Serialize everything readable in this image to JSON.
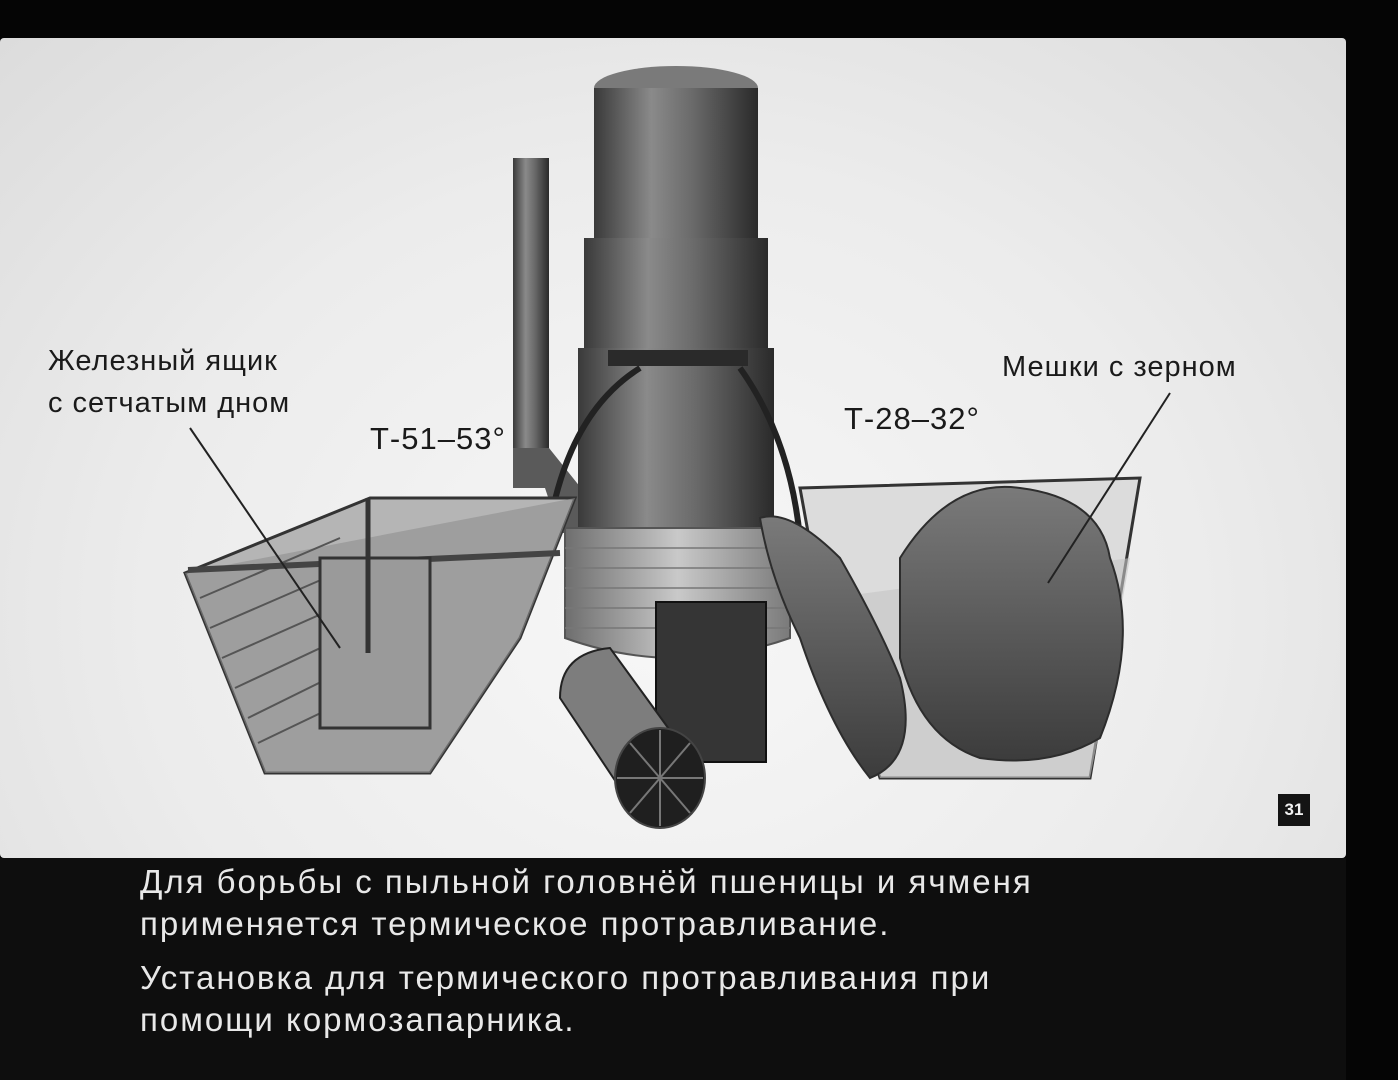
{
  "labels": {
    "iron_box_line1": "Железный ящик",
    "iron_box_line2": "с сетчатым дном",
    "temp_left": "Т-51–53°",
    "temp_right": "Т-28–32°",
    "grain_bags": "Мешки с зерном"
  },
  "slide_number": "31",
  "caption": {
    "line1": "Для борьбы с пыльной головнёй пшеницы и ячменя",
    "line2": "применяется термическое протравливание.",
    "line3": "Установка для термического протравливания при",
    "line4": "помощи кормозапарника."
  }
}
